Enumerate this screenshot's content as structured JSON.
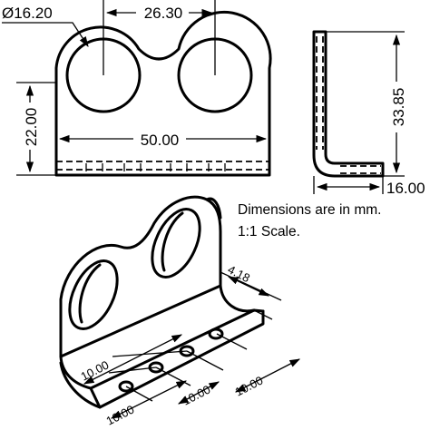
{
  "front_view": {
    "hole_diameter": "Ø16.20",
    "hole_spacing": "26.30",
    "height": "22.00",
    "width": "50.00"
  },
  "side_view": {
    "height": "33.85",
    "depth": "16.00"
  },
  "notes": {
    "line1": "Dimensions are in mm.",
    "line2": "1:1 Scale."
  },
  "iso_view": {
    "thickness": "4.18",
    "spacing_labels": [
      "10.00",
      "10.00",
      "10.00",
      "10.00"
    ]
  }
}
